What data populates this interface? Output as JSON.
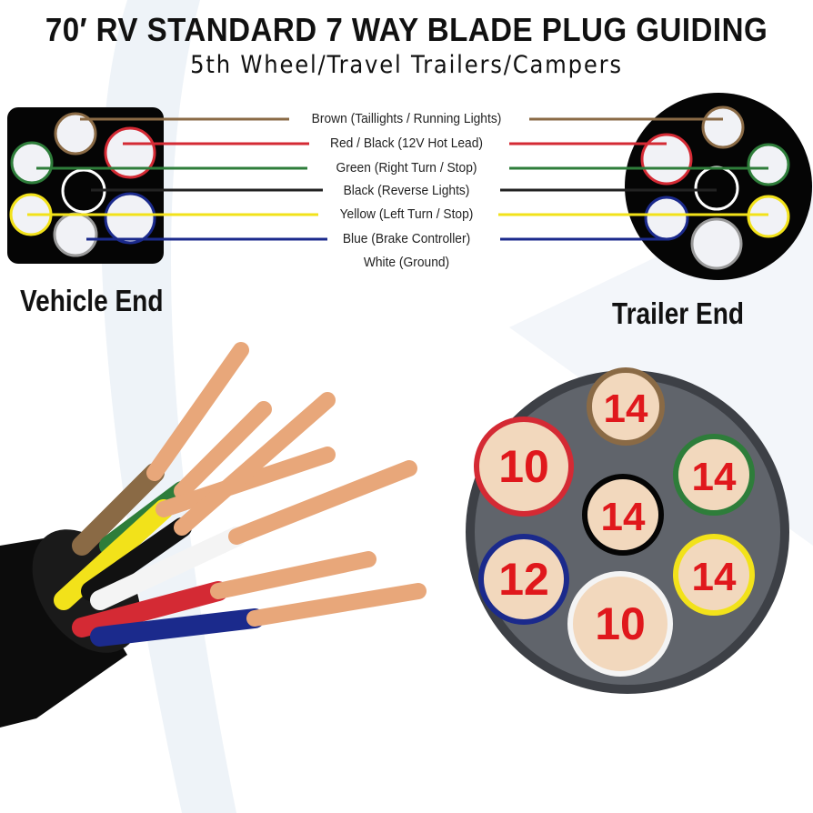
{
  "title": "70′ RV STANDARD 7 WAY BLADE PLUG GUIDING",
  "subtitle": "5th Wheel/Travel Trailers/Campers",
  "vehicle_end_label": "Vehicle End",
  "trailer_end_label": "Trailer End",
  "wires": [
    {
      "label": "Brown (Taillights / Running Lights)",
      "color": "#8a6a45",
      "gauge": "14"
    },
    {
      "label": "Red / Black (12V Hot Lead)",
      "color": "#d42a34",
      "gauge": "10"
    },
    {
      "label": "Green  (Right Turn /  Stop)",
      "color": "#2e7d3a",
      "gauge": "14"
    },
    {
      "label": "Black (Reverse Lights)",
      "color": "#111111",
      "gauge": "14"
    },
    {
      "label": "Yellow (Left Turn /  Stop)",
      "color": "#f2e21a",
      "gauge": "14"
    },
    {
      "label": "Blue (Brake Controller)",
      "color": "#1b2a8c",
      "gauge": "12"
    },
    {
      "label": "White (Ground)",
      "color": "#f4f4f4",
      "gauge": "10"
    }
  ]
}
